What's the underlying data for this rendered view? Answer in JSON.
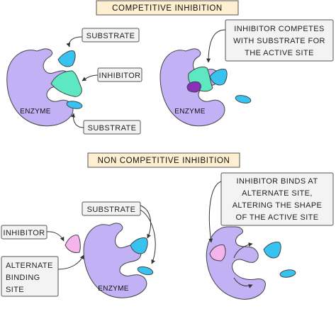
{
  "colors": {
    "enzyme": "#c3b1f5",
    "substrate": "#38c2ef",
    "inhibitor": "#5ee8c2",
    "allosteric_inhibitor": "#f5b4ec",
    "bound_inhibitor": "#8a2fb8",
    "title_fill": "#fdefcf",
    "label_fill": "#f3f3f3",
    "outline": "#333333"
  },
  "competitive": {
    "title": "COMPETITIVE INHIBITION",
    "substrate_label_top": "SUBSTRATE",
    "inhibitor_label": "INHIBITOR",
    "substrate_label_bottom": "SUBSTRATE",
    "enzyme_left": "ENZYME",
    "enzyme_right": "ENZYME",
    "note_lines": [
      "INHIBITOR COMPETES",
      "WITH SUBSTRATE FOR",
      "THE ACTIVE SITE"
    ]
  },
  "noncompetitive": {
    "title": "NON COMPETITIVE INHIBITION",
    "substrate_label": "SUBSTRATE",
    "inhibitor_label": "INHIBITOR",
    "alternate_lines": [
      "ALTERNATE",
      "BINDING",
      "SITE"
    ],
    "enzyme": "ENZYME",
    "note_lines": [
      "INHIBITOR BINDS AT",
      "ALTERNATE SITE,",
      "ALTERING THE SHAPE",
      "OF THE ACTIVE SITE"
    ]
  }
}
